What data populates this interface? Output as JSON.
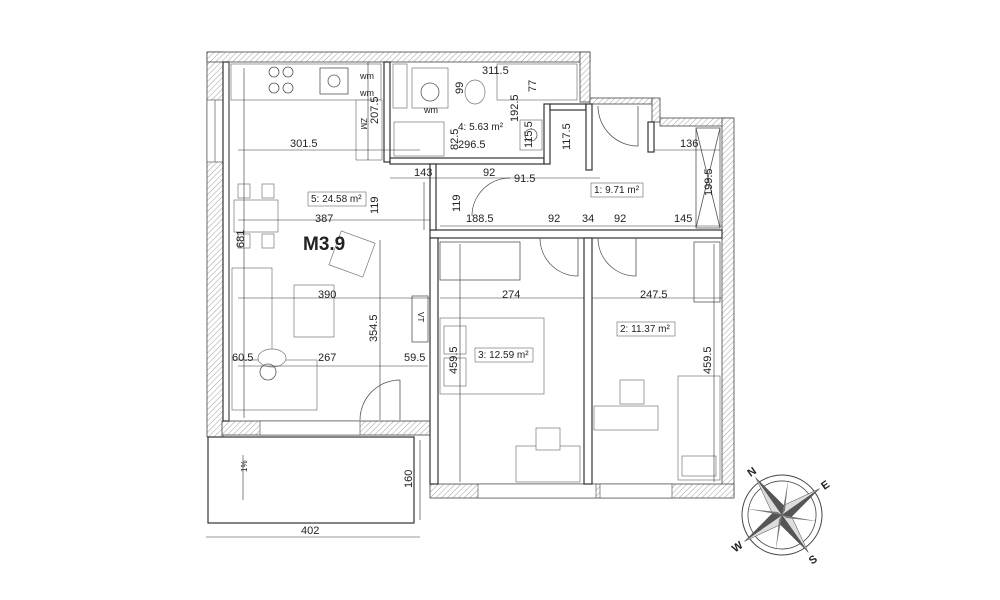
{
  "apartment": {
    "code": "M3.9"
  },
  "rooms": {
    "r1": "1: 9.71 m²",
    "r2": "2: 11.37 m²",
    "r3": "3: 12.59 m²",
    "r4": "4: 5.63 m²",
    "r5": "5: 24.58 m²"
  },
  "dims": {
    "d311_5": "311.5",
    "d99": "99",
    "d77": "77",
    "d192_5": "192.5",
    "d207_5": "207.5",
    "d82_5": "82.5",
    "d296_5": "296.5",
    "d115_5": "115.5",
    "d117_5": "117.5",
    "d301_5": "301.5",
    "d143": "143",
    "d92_a": "92",
    "d91_5": "91.5",
    "d136": "136",
    "d199_5": "199.5",
    "d119_a": "119",
    "d119_b": "119",
    "d387": "387",
    "d188_5": "188.5",
    "d92_b": "92",
    "d34": "34",
    "d92_c": "92",
    "d145": "145",
    "d681": "681",
    "d390": "390",
    "d274": "274",
    "d247_5": "247.5",
    "d354_5": "354.5",
    "d459_5_a": "459.5",
    "d459_5_b": "459.5",
    "d60_5": "60.5",
    "d267": "267",
    "d59_5": "59.5",
    "d160": "160",
    "d402": "402"
  },
  "marks": {
    "wm1": "wm",
    "wm2": "wm",
    "wm3": "wm",
    "zm": "ZM",
    "vt": "VT",
    "slope": "1%"
  },
  "compass": {
    "n": "N",
    "e": "E",
    "s": "S",
    "w": "W"
  }
}
